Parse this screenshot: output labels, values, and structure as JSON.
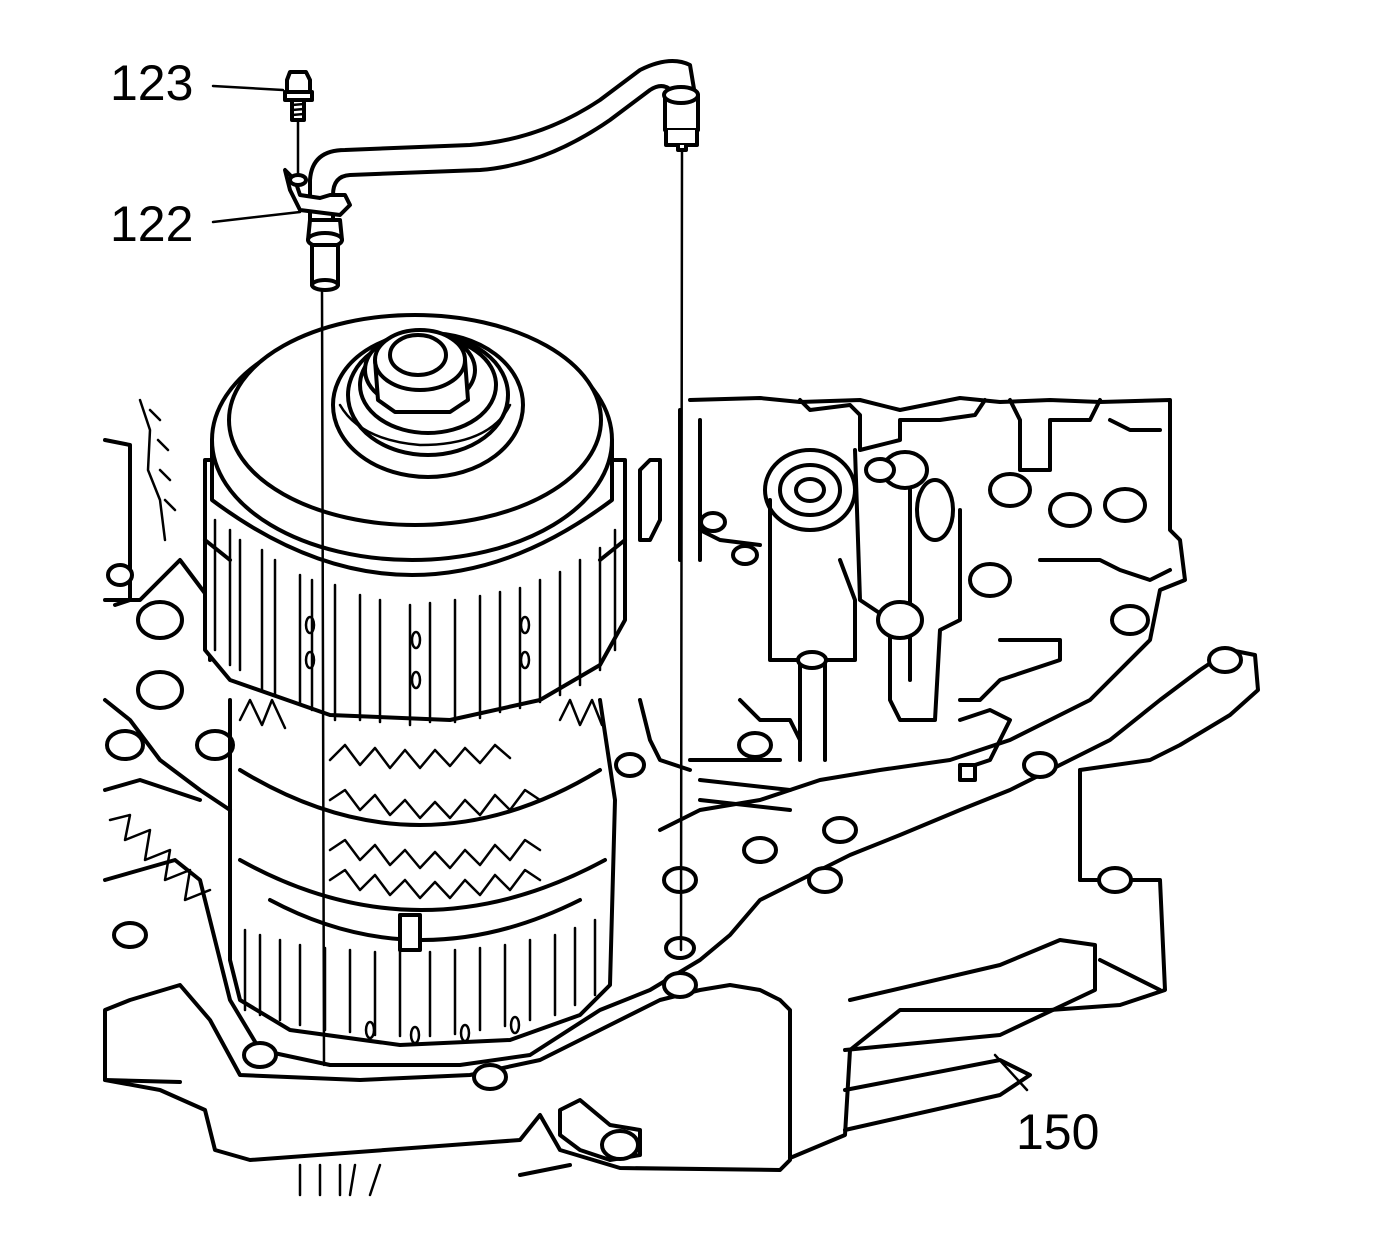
{
  "diagram": {
    "callouts": [
      {
        "id": "123",
        "label": "123"
      },
      {
        "id": "122",
        "label": "122"
      },
      {
        "id": "150",
        "label": "150"
      }
    ],
    "colors": {
      "ink": "#000000",
      "paper": "#ffffff"
    }
  }
}
